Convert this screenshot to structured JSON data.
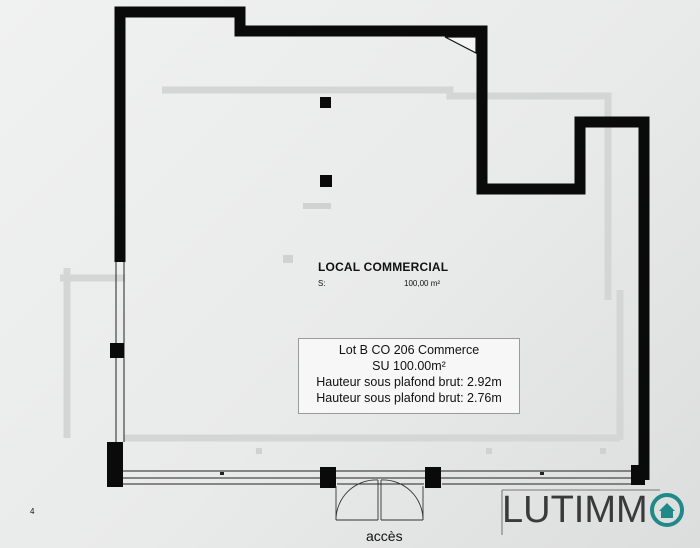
{
  "room": {
    "title": "LOCAL COMMERCIAL",
    "surface_label": "S:",
    "surface_value": "100,00 m²"
  },
  "info": {
    "line1": "Lot B CO 206 Commerce",
    "line2": "SU 100.00m²",
    "line3": "Hauteur sous plafond brut: 2.92m",
    "line4": "Hauteur sous plafond brut: 2.76m"
  },
  "page_number": "4",
  "entrance_label": "accès",
  "logo": {
    "text": "LUTIMM",
    "accent_color": "#1f8a88"
  },
  "colors": {
    "wall": "#0a0a0a",
    "paper": "#eceded"
  }
}
